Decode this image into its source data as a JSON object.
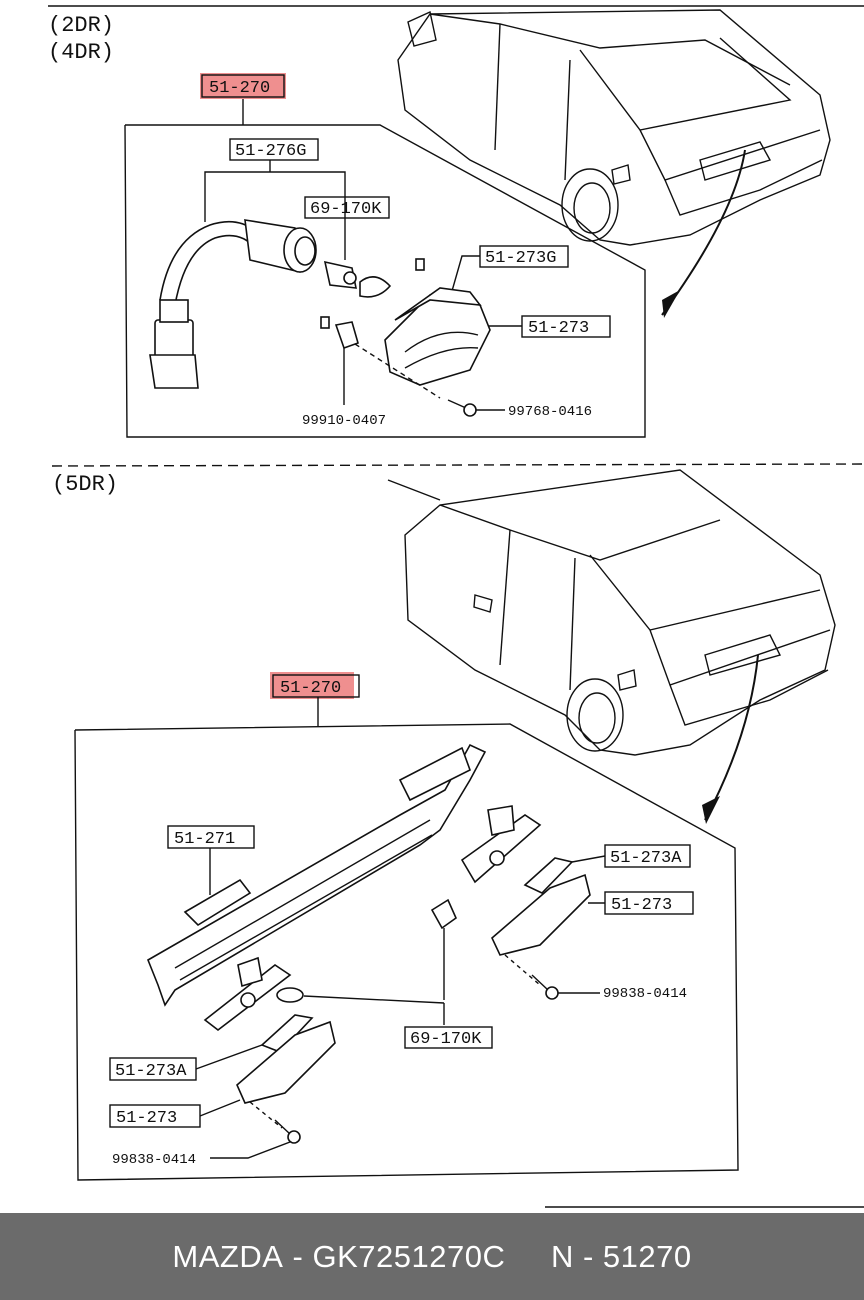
{
  "diagram": {
    "section_top": [
      "(2DR)",
      "(4DR)"
    ],
    "section_bottom": "(5DR)",
    "top_assembly": {
      "main_label": "51-270",
      "parts": {
        "harness": "51-276G",
        "bulb": "69-170K",
        "lens_gasket": "51-273G",
        "lens": "51-273",
        "socket_number": "99910-0407",
        "screw_number": "99768-0416"
      }
    },
    "bottom_assembly": {
      "main_label": "51-270",
      "parts": {
        "bracket": "51-271",
        "gasket_right": "51-273A",
        "lens_right": "51-273",
        "screw_right": "99838-0414",
        "bulb": "69-170K",
        "gasket_left": "51-273A",
        "lens_left": "51-273",
        "screw_left": "99838-0414"
      }
    },
    "highlight_color": "#ef8f8f"
  },
  "footer": {
    "brand": "MAZDA",
    "part_number": "GK7251270C",
    "ref": "N - 51270"
  }
}
